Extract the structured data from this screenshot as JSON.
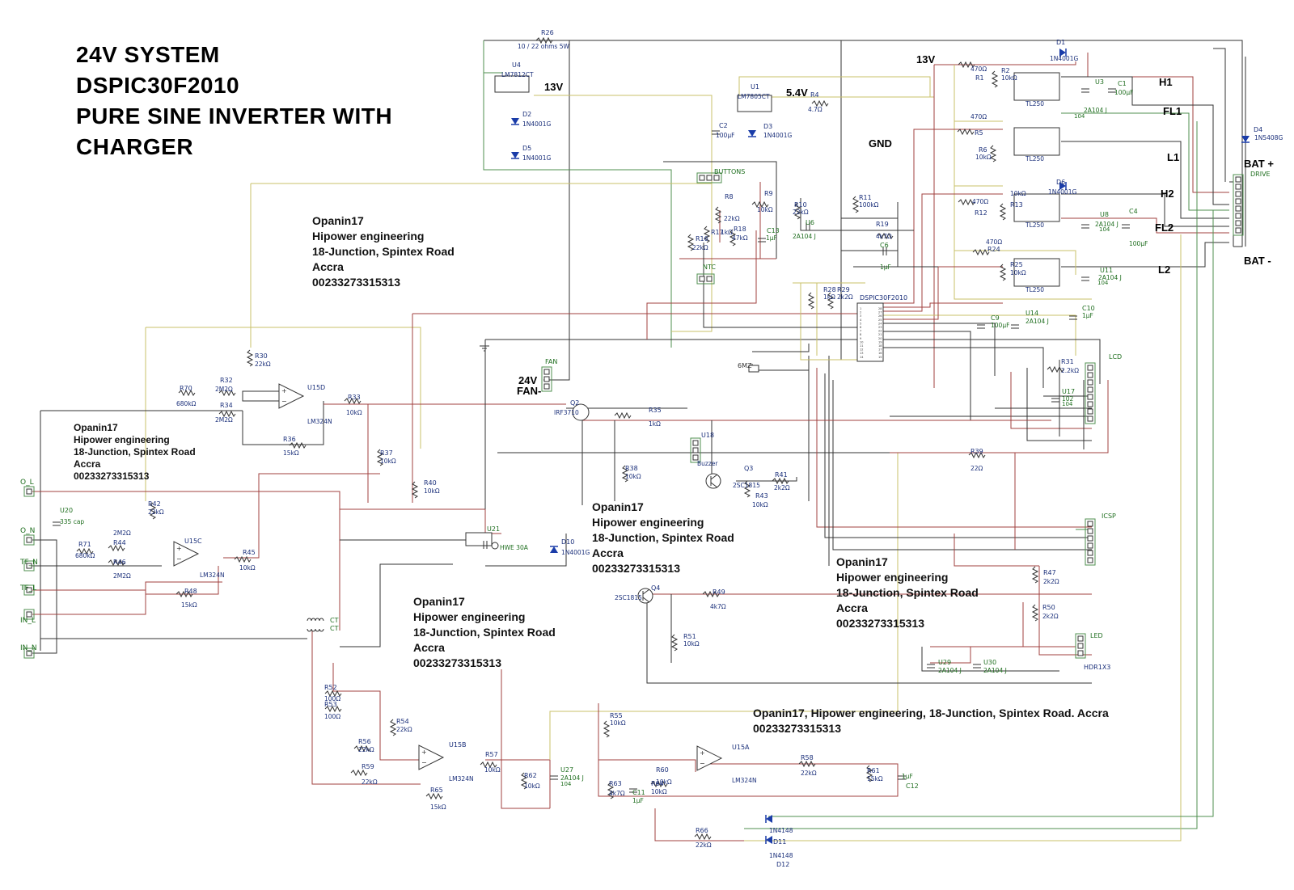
{
  "title_lines": [
    "24V SYSTEM",
    "DSPIC30F2010",
    "PURE SINE INVERTER WITH",
    "CHARGER"
  ],
  "credit_lines": [
    "Opanin17",
    "Hipower engineering",
    "18-Junction, Spintex Road",
    "Accra",
    "00233273315313"
  ],
  "credit_footer": [
    "Opanin17, Hipower engineering, 18-Junction, Spintex Road. Accra",
    "00233273315313"
  ],
  "signals": {
    "v13_a": "13V",
    "v13_b": "13V",
    "v54": "5.4V",
    "gnd": "GND",
    "h1": "H1",
    "fl1": "FL1",
    "l1": "L1",
    "h2": "H2",
    "fl2": "FL2",
    "l2": "L2",
    "bat_plus": "BAT +",
    "bat_minus": "BAT -",
    "fan24": "24V",
    "fan_minus": "FAN-"
  },
  "connectors": [
    "O_L",
    "O_N",
    "TF_N",
    "TF_L",
    "IN_L",
    "IN_N"
  ],
  "colors": {
    "wire_red": "#a0413f",
    "wire_olive": "#c9c06a",
    "wire_green": "#4f8f4f",
    "wire_dark": "#333333",
    "label_blue": "#1a2f7a",
    "label_green": "#1f6e1f",
    "diode_blue": "#1a3ca8"
  },
  "components": [
    {
      "ref": "R26",
      "value": "10 / 22 ohms  5W"
    },
    {
      "ref": "U4",
      "value": "LM7812CT"
    },
    {
      "ref": "U1",
      "value": "LM7805CT"
    },
    {
      "ref": "R4",
      "value": "4.7Ω"
    },
    {
      "ref": "C2",
      "value": "100µF"
    },
    {
      "ref": "D2",
      "value": "1N4001G"
    },
    {
      "ref": "D5",
      "value": "1N4001G"
    },
    {
      "ref": "D3",
      "value": "1N4001G"
    },
    {
      "ref": "R8",
      "value": "22kΩ"
    },
    {
      "ref": "R9",
      "value": "10kΩ"
    },
    {
      "ref": "R10",
      "value": "22kΩ"
    },
    {
      "ref": "R16",
      "value": "22kΩ"
    },
    {
      "ref": "R17",
      "value": "1kΩ"
    },
    {
      "ref": "R18",
      "value": "47kΩ"
    },
    {
      "ref": "C13",
      "value": "1µF"
    },
    {
      "ref": "U6",
      "value": "2A104 J"
    },
    {
      "ref": "R11",
      "value": "100kΩ"
    },
    {
      "ref": "R19",
      "value": "4k7Ω"
    },
    {
      "ref": "C6",
      "value": "1µF"
    },
    {
      "ref": "R28",
      "value": "1kΩ"
    },
    {
      "ref": "R29",
      "value": "2k2Ω"
    },
    {
      "ref": "R1",
      "value": "470Ω"
    },
    {
      "ref": "R2",
      "value": "10kΩ"
    },
    {
      "ref": "R5",
      "value": "470Ω"
    },
    {
      "ref": "R6",
      "value": "10kΩ"
    },
    {
      "ref": "R12",
      "value": "470Ω"
    },
    {
      "ref": "R13",
      "value": "10kΩ"
    },
    {
      "ref": "R24",
      "value": "470Ω"
    },
    {
      "ref": "R25",
      "value": "10kΩ"
    },
    {
      "ref": "D1",
      "value": "1N4001G"
    },
    {
      "ref": "D6",
      "value": "1N4001G"
    },
    {
      "ref": "D4",
      "value": "1N5408G"
    },
    {
      "ref": "U3",
      "value": "2A104 J"
    },
    {
      "ref": "C1",
      "value": "100µF"
    },
    {
      "ref": "U8",
      "value": "2A104 J"
    },
    {
      "ref": "C4",
      "value": "100µF"
    },
    {
      "ref": "U11",
      "value": "2A104 J"
    },
    {
      "ref": "C9",
      "value": "100µF"
    },
    {
      "ref": "U14",
      "value": "2A104 J"
    },
    {
      "ref": "C10",
      "value": "1µF"
    },
    {
      "ref": "R31",
      "value": "2.2kΩ"
    },
    {
      "ref": "U17",
      "value": "102"
    },
    {
      "ref": "R39",
      "value": "22Ω"
    },
    {
      "ref": "R30",
      "value": "22kΩ"
    },
    {
      "ref": "R32",
      "value": "2M2Ω"
    },
    {
      "ref": "R34",
      "value": "2M2Ω"
    },
    {
      "ref": "R70",
      "value": "680kΩ"
    },
    {
      "ref": "R33",
      "value": "10kΩ"
    },
    {
      "ref": "R36",
      "value": "15kΩ"
    },
    {
      "ref": "U15D",
      "value": "LM324N"
    },
    {
      "ref": "Q2",
      "value": "IRF3710"
    },
    {
      "ref": "R35",
      "value": "1kΩ"
    },
    {
      "ref": "R37",
      "value": "10kΩ"
    },
    {
      "ref": "R38",
      "value": "10kΩ"
    },
    {
      "ref": "R40",
      "value": "10kΩ"
    },
    {
      "ref": "R42",
      "value": "22kΩ"
    },
    {
      "ref": "U20",
      "value": "335 cap"
    },
    {
      "ref": "R71",
      "value": "680kΩ"
    },
    {
      "ref": "R44",
      "value": "2M2Ω"
    },
    {
      "ref": "R46",
      "value": "2M2Ω"
    },
    {
      "ref": "R45",
      "value": "10kΩ"
    },
    {
      "ref": "R48",
      "value": "15kΩ"
    },
    {
      "ref": "U15C",
      "value": "LM324N"
    },
    {
      "ref": "U21",
      "value": "HWE 30A"
    },
    {
      "ref": "D10",
      "value": "1N4001G"
    },
    {
      "ref": "U18",
      "value": "Buzzer"
    },
    {
      "ref": "Q3",
      "value": "2SC1815"
    },
    {
      "ref": "R41",
      "value": "2k2Ω"
    },
    {
      "ref": "R43",
      "value": "10kΩ"
    },
    {
      "ref": "Q4",
      "value": "2SC1815"
    },
    {
      "ref": "R49",
      "value": "4k7Ω"
    },
    {
      "ref": "R51",
      "value": "10kΩ"
    },
    {
      "ref": "R47",
      "value": "2k2Ω"
    },
    {
      "ref": "R50",
      "value": "2k2Ω"
    },
    {
      "ref": "U29",
      "value": "2A104 J"
    },
    {
      "ref": "U30",
      "value": "2A104 J"
    },
    {
      "ref": "R52",
      "value": "100Ω"
    },
    {
      "ref": "R53",
      "value": "100Ω"
    },
    {
      "ref": "R54",
      "value": "22kΩ"
    },
    {
      "ref": "R56",
      "value": "22kΩ"
    },
    {
      "ref": "R59",
      "value": "22kΩ"
    },
    {
      "ref": "R57",
      "value": "10kΩ"
    },
    {
      "ref": "R65",
      "value": "15kΩ"
    },
    {
      "ref": "U15B",
      "value": "LM324N"
    },
    {
      "ref": "R62",
      "value": "10kΩ"
    },
    {
      "ref": "U27",
      "value": "2A104 J"
    },
    {
      "ref": "R55",
      "value": "10kΩ"
    },
    {
      "ref": "R63",
      "value": "4k7Ω"
    },
    {
      "ref": "C11",
      "value": "1µF"
    },
    {
      "ref": "R64",
      "value": "10kΩ"
    },
    {
      "ref": "R60",
      "value": "10kΩ"
    },
    {
      "ref": "U15A",
      "value": "LM324N"
    },
    {
      "ref": "R58",
      "value": "22kΩ"
    },
    {
      "ref": "R61",
      "value": "15kΩ"
    },
    {
      "ref": "C12",
      "value": "1µF"
    },
    {
      "ref": "R66",
      "value": "22kΩ"
    },
    {
      "ref": "D11",
      "value": "1N4148"
    },
    {
      "ref": "D12",
      "value": "1N4148"
    }
  ],
  "ic_labels": {
    "mcu": "DSPIC30F2010",
    "driver": "TL250",
    "crystal": "6MZ",
    "header_led": "HDR1X3",
    "ct": "CT"
  },
  "header_labels": {
    "buttons": "BUTTONS",
    "ntc": "NTC",
    "fan": "FAN",
    "lcd": "LCD",
    "icsp": "ICSP",
    "led": "LED",
    "drive": "DRIVE"
  },
  "extra_values": {
    "r26": "10 / 22 ohms  5W",
    "u17b": "104",
    "u3b": "104",
    "u8b": "104",
    "u11b": "104",
    "u27b": "104"
  }
}
